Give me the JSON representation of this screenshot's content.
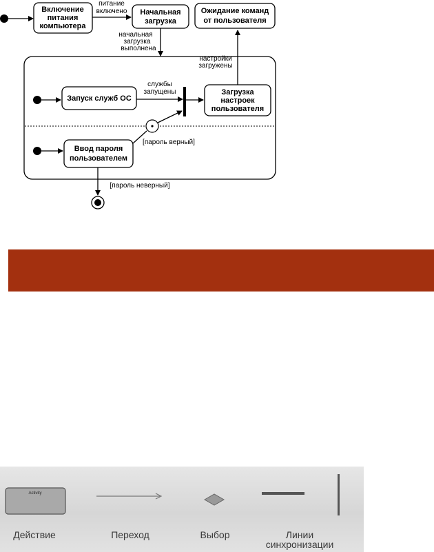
{
  "diagram": {
    "states": {
      "power_on": [
        "Включение",
        "питания",
        "компьютера"
      ],
      "initial_boot": [
        "Начальная",
        "загрузка"
      ],
      "await_commands": [
        "Ожидание команд",
        "от пользователя"
      ],
      "start_os_services": "Запуск служб ОС",
      "load_user_settings": [
        "Загрузка",
        "настроек",
        "пользователя"
      ],
      "enter_password": [
        "Ввод пароля",
        "пользователем"
      ]
    },
    "transitions": {
      "power_on_done": [
        "питание",
        "включено"
      ],
      "initial_boot_done": [
        "начальная",
        "загрузка",
        "выполнена"
      ],
      "services_started": [
        "службы",
        "запущены"
      ],
      "settings_loaded": [
        "настройки",
        "загружены"
      ],
      "password_correct": "[пароль верный]",
      "password_wrong": "[пароль неверный]"
    }
  },
  "legend": {
    "activity_box_text": "Activity",
    "items": [
      "Действие",
      "Переход",
      "Выбор",
      "Линии синхронизации"
    ]
  },
  "colors": {
    "banner": "#a3300f",
    "legend_background": "#dcdcdc"
  }
}
